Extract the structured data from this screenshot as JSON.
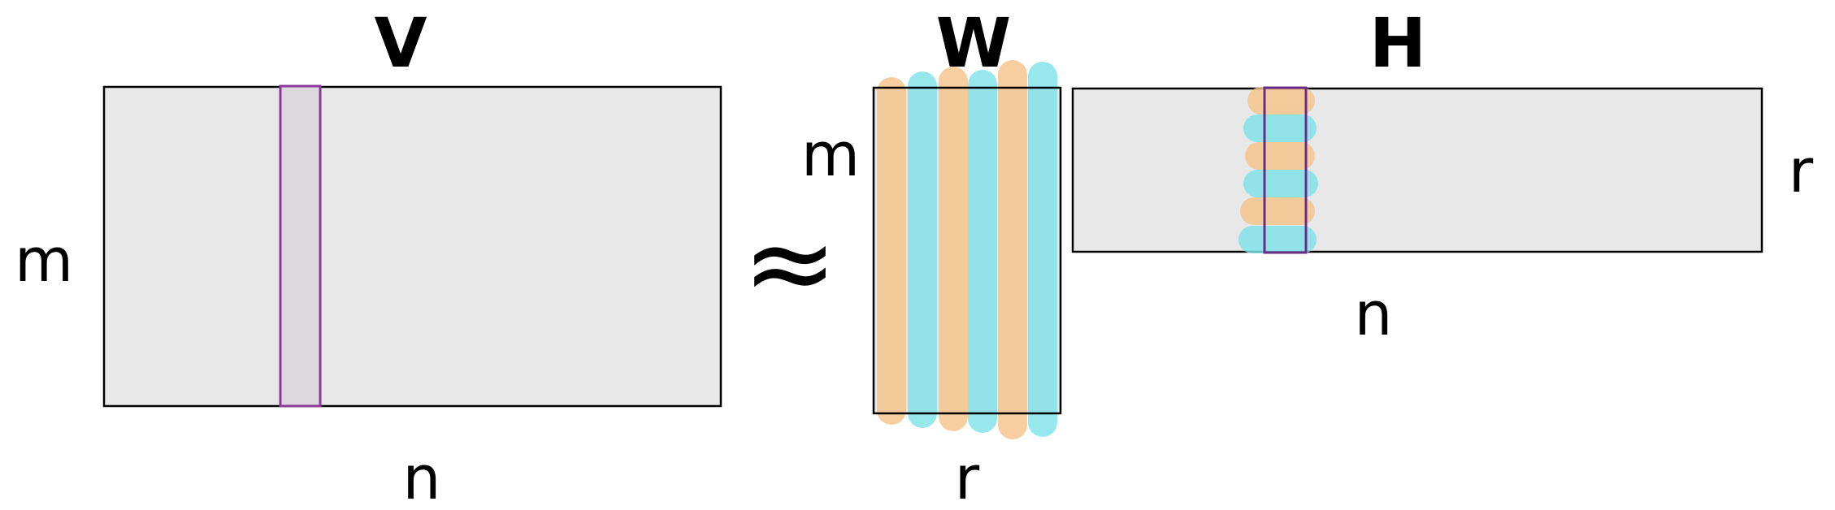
{
  "matrices": {
    "V": {
      "name": "V",
      "rows_label": "m",
      "cols_label": "n"
    },
    "W": {
      "name": "W",
      "rows_label": "m",
      "cols_label": "r"
    },
    "H": {
      "name": "H",
      "rows_label": "r",
      "cols_label": "n"
    }
  },
  "operator": "≈",
  "colors": {
    "matrix_fill": "#e8e8e8",
    "matrix_border": "#000000",
    "highlight": "#8b3a9a",
    "orange": "#f6c48a",
    "cyan": "#7fe3ea"
  }
}
